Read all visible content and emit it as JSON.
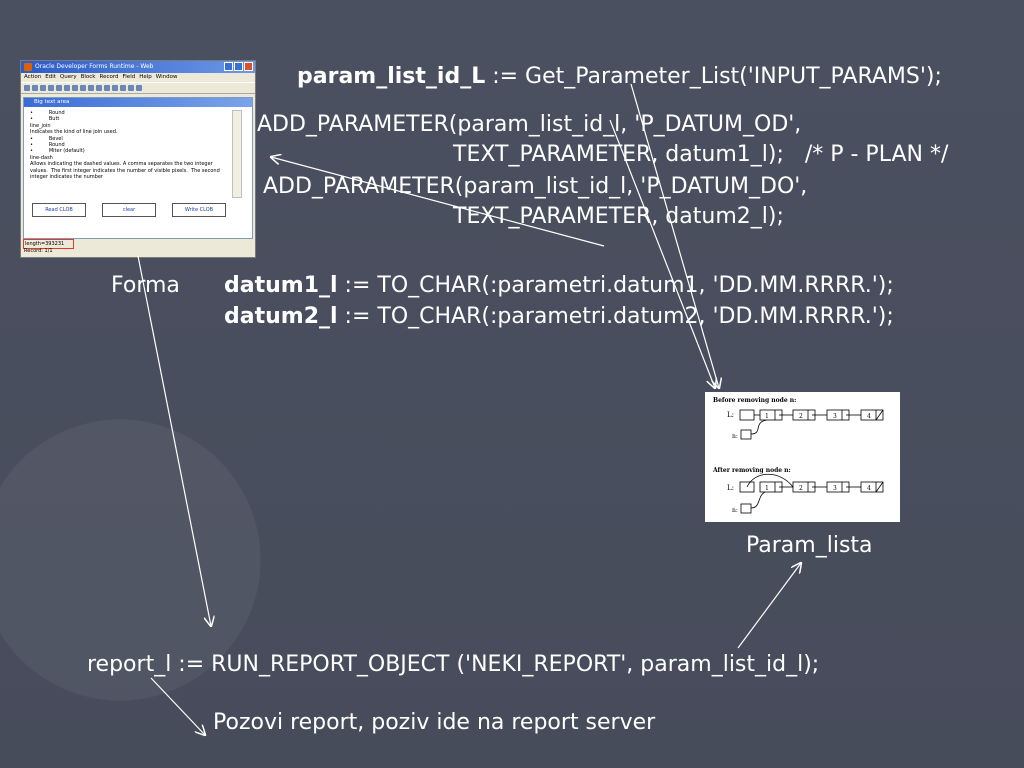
{
  "lines": {
    "get_param_bold": "param_list_id_L",
    "get_param_rest": " := Get_Parameter_List('INPUT_PARAMS');",
    "add1_line1": "ADD_PARAMETER(param_list_id_l, 'P_DATUM_OD',",
    "add1_line2": "TEXT_PARAMETER, datum1_l);   /* P - PLAN */",
    "add2_line1": "ADD_PARAMETER(param_list_id_l, 'P_DATUM_DO',",
    "add2_line2": "TEXT_PARAMETER, datum2_l);",
    "forma_label": "Forma",
    "datum1_bold": "datum1_l",
    "datum1_rest": " := TO_CHAR(:parametri.datum1, 'DD.MM.RRRR.');",
    "datum2_bold": "datum2_l",
    "datum2_rest": " := TO_CHAR(:parametri.datum2, 'DD.MM.RRRR.');",
    "param_lista_label": "Param_lista",
    "run_report": "report_l := RUN_REPORT_OBJECT ('NEKI_REPORT', param_list_id_l);",
    "pozovi": "Pozovi report, poziv ide na report server"
  },
  "forms_screenshot": {
    "window_title": "Oracle Developer Forms Runtime - Web",
    "menu": [
      "Action",
      "Edit",
      "Query",
      "Block",
      "Record",
      "Field",
      "Help",
      "Window"
    ],
    "inner_title": "Big text area",
    "body_text": "•          Round\n•          Butt\nline_join\nIndicates the kind of line join used.\n•          Bevel\n•          Round\n•          Miter (default)\nline-dash\nAllows indicating the dashed values. A comma separates the two integer\nvalues.  The first integer indicates the number of visible pixels.  The second\ninteger indicates the number",
    "buttons": [
      "Read CLOB",
      "clear",
      "Write CLOB"
    ],
    "length_text": "length=393231",
    "record_text": "Record: 1/1"
  },
  "linked_list_diagram": {
    "before_title": "Before removing node n:",
    "after_title": "After removing node n:",
    "list_label": "L:",
    "node_label": "n:",
    "nodes": [
      "1",
      "2",
      "3",
      "4"
    ]
  },
  "colors": {
    "background": "#4a4f5e",
    "text": "#ffffff"
  }
}
